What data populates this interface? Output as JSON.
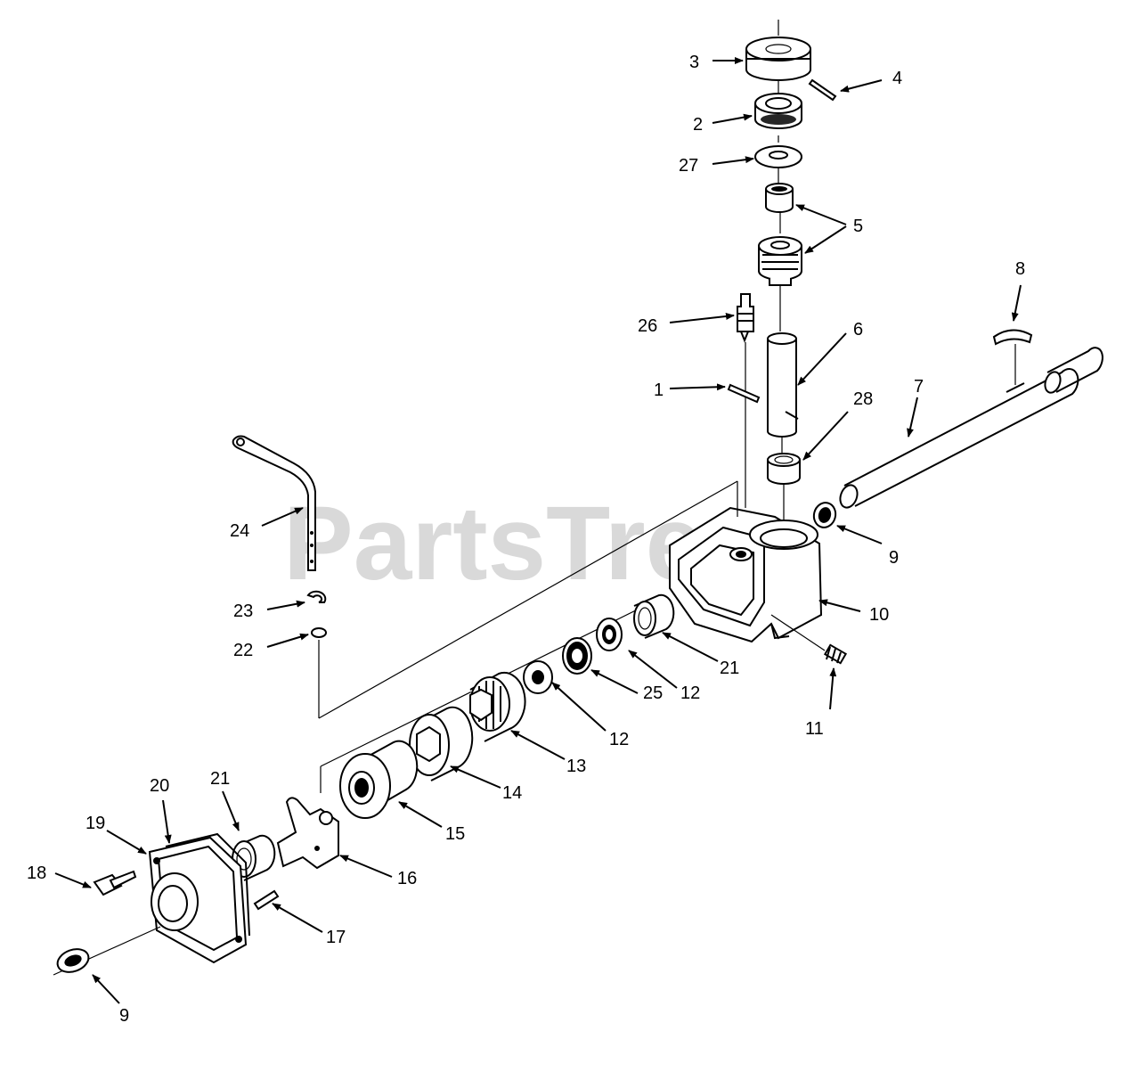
{
  "watermark": "PartsTree",
  "callouts": [
    {
      "id": "c3",
      "text": "3"
    },
    {
      "id": "c4",
      "text": "4"
    },
    {
      "id": "c2",
      "text": "2"
    },
    {
      "id": "c27",
      "text": "27"
    },
    {
      "id": "c5",
      "text": "5"
    },
    {
      "id": "c8",
      "text": "8"
    },
    {
      "id": "c26",
      "text": "26"
    },
    {
      "id": "c6",
      "text": "6"
    },
    {
      "id": "c1",
      "text": "1"
    },
    {
      "id": "c7",
      "text": "7"
    },
    {
      "id": "c28",
      "text": "28"
    },
    {
      "id": "c24",
      "text": "24"
    },
    {
      "id": "c9a",
      "text": "9"
    },
    {
      "id": "c23",
      "text": "23"
    },
    {
      "id": "c10",
      "text": "10"
    },
    {
      "id": "c22",
      "text": "22"
    },
    {
      "id": "c21a",
      "text": "21"
    },
    {
      "id": "c12a",
      "text": "12"
    },
    {
      "id": "c25",
      "text": "25"
    },
    {
      "id": "c11",
      "text": "11"
    },
    {
      "id": "c12b",
      "text": "12"
    },
    {
      "id": "c13",
      "text": "13"
    },
    {
      "id": "c14",
      "text": "14"
    },
    {
      "id": "c15",
      "text": "15"
    },
    {
      "id": "c20",
      "text": "20"
    },
    {
      "id": "c21b",
      "text": "21"
    },
    {
      "id": "c19",
      "text": "19"
    },
    {
      "id": "c16",
      "text": "16"
    },
    {
      "id": "c18",
      "text": "18"
    },
    {
      "id": "c17",
      "text": "17"
    },
    {
      "id": "c9b",
      "text": "9"
    }
  ]
}
